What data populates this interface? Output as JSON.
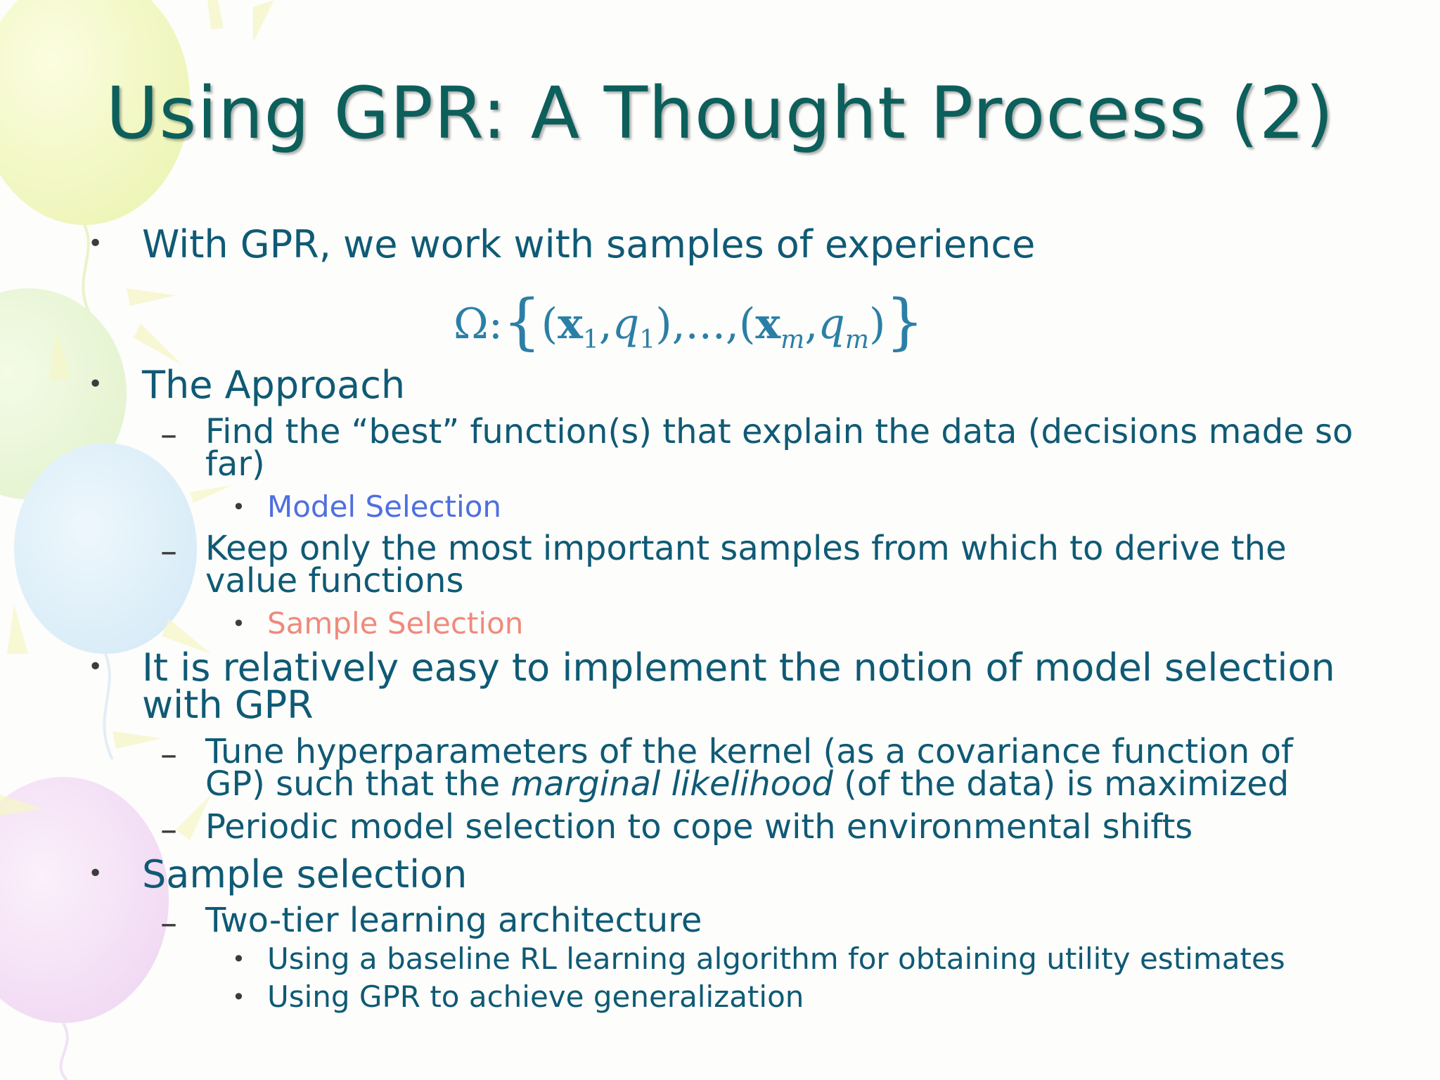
{
  "slide": {
    "title": "Using GPR: A Thought Process (2)",
    "bullets": {
      "b1": "With GPR, we work with samples of experience",
      "b2": "The Approach",
      "b2_s1_line1": "Find the “best” function(s) that explain the data (decisions made so",
      "b2_s1_line2": "far)",
      "b2_s1_sub": "Model Selection",
      "b2_s2_line1": "Keep only the most important samples from which to derive the",
      "b2_s2_line2": "value functions",
      "b2_s2_sub": "Sample Selection",
      "b3_line1": "It is relatively easy to implement the notion of model selection",
      "b3_line2": "with GPR",
      "b3_s1_line1": "Tune hyperparameters of the kernel (as a covariance function of",
      "b3_s1_line2_pre": "GP) such that the ",
      "b3_s1_line2_em": "marginal likelihood",
      "b3_s1_line2_post": " (of the data) is maximized",
      "b3_s2": "Periodic model selection to cope with environmental shifts",
      "b4": "Sample selection",
      "b4_s1": "Two-tier learning architecture",
      "b4_s1_a": "Using a baseline RL learning algorithm for obtaining utility estimates",
      "b4_s1_b": "Using GPR to achieve generalization"
    },
    "formula": {
      "omega": "Ω",
      "colon": ":",
      "open_brace": "{",
      "p1_open": "(",
      "x": "x",
      "sub1": "1",
      "comma": ",",
      "q": "q",
      "p1_close": "),...,(",
      "subm": "m",
      "close": ")",
      "close_brace": "}"
    }
  },
  "colors": {
    "title": "#0c5f5b",
    "body": "#0f5a75",
    "model_selection": "#4f6fe0",
    "sample_selection": "#f08a7c",
    "formula": "#2b7fa6"
  },
  "icons": [
    "balloon-yellow-icon",
    "balloon-green-icon",
    "balloon-blue-icon",
    "balloon-purple-icon",
    "sparkle-rays-icon"
  ]
}
